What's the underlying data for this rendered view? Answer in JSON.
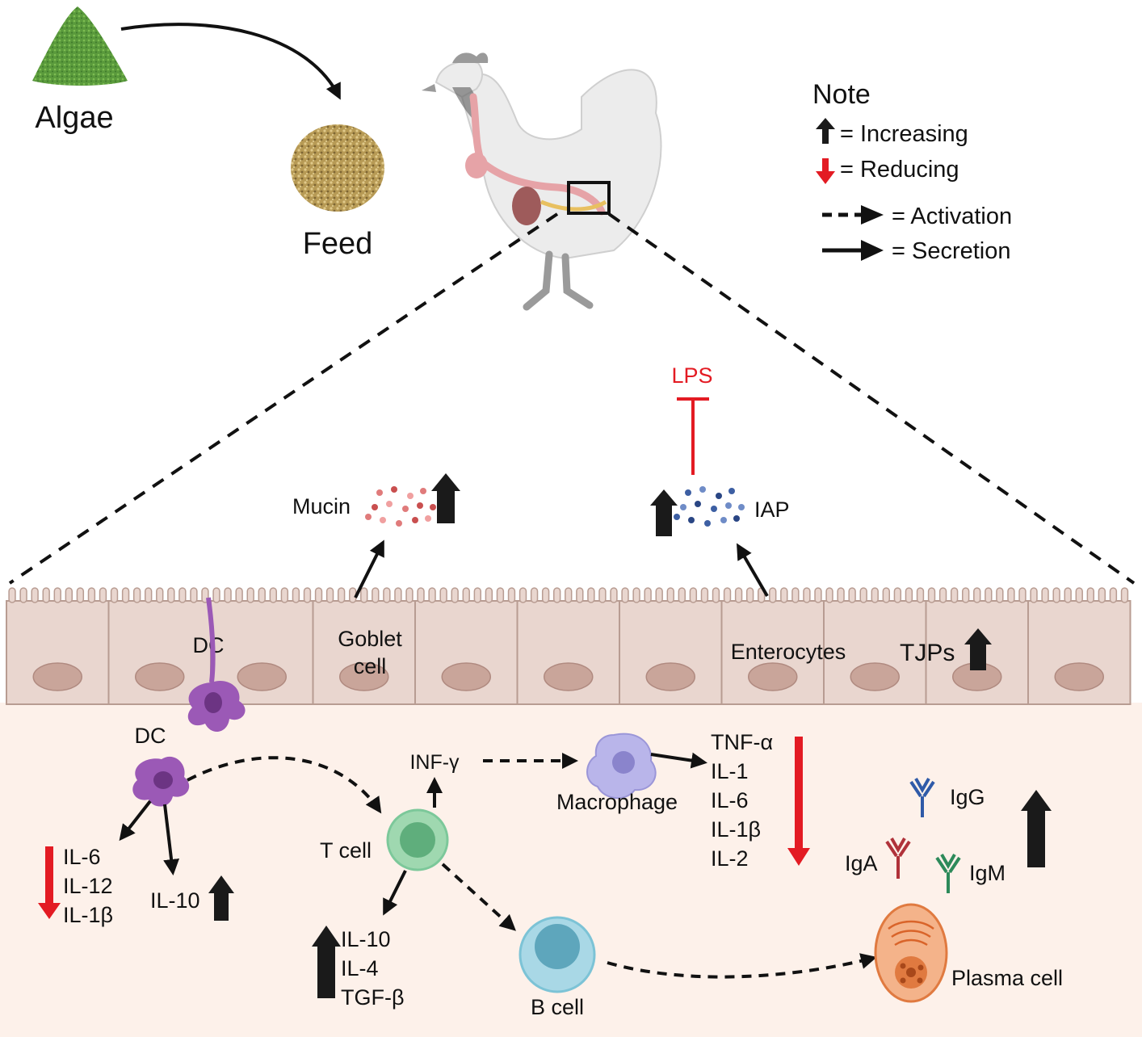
{
  "top": {
    "algae_label": "Algae",
    "feed_label": "Feed"
  },
  "legend": {
    "title": "Note",
    "increasing": "= Increasing",
    "reducing": "= Reducing",
    "activation": "= Activation",
    "secretion": "= Secretion"
  },
  "lumen": {
    "lps": "LPS",
    "mucin": "Mucin",
    "iap": "IAP"
  },
  "epithelium": {
    "dc": "DC",
    "goblet_1": "Goblet",
    "goblet_2": "cell",
    "enterocytes": "Enterocytes",
    "tjps": "TJPs"
  },
  "lamina": {
    "dc": "DC",
    "dc_down": [
      "IL-6",
      "IL-12",
      "IL-1β"
    ],
    "dc_up": "IL-10",
    "inf": "INF-γ",
    "macrophage": "Macrophage",
    "macrophage_down": [
      "TNF-α",
      "IL-1",
      "IL-6",
      "IL-1β",
      "IL-2"
    ],
    "t_cell": "T cell",
    "t_up": [
      "IL-10",
      "IL-4",
      "TGF-β"
    ],
    "b_cell": "B cell",
    "plasma_cell": "Plasma cell",
    "igg": "IgG",
    "iga": "IgA",
    "igm": "IgM"
  },
  "colors": {
    "up_arrow": "#1a1a1a",
    "down_arrow": "#e31b23",
    "epithelium": "#e9d6cf",
    "nucleus": "#c9a59a",
    "lamina": "#fdf1ea",
    "dc": "#9b59b6",
    "macrophage": "#a9a4e3",
    "t_cell": "#7cc89a",
    "b_cell": "#7cc3d6",
    "plasma_cell": "#e98a50",
    "igg": "#2f5aa8",
    "iga": "#b0323a",
    "igm": "#2d8a5a"
  }
}
